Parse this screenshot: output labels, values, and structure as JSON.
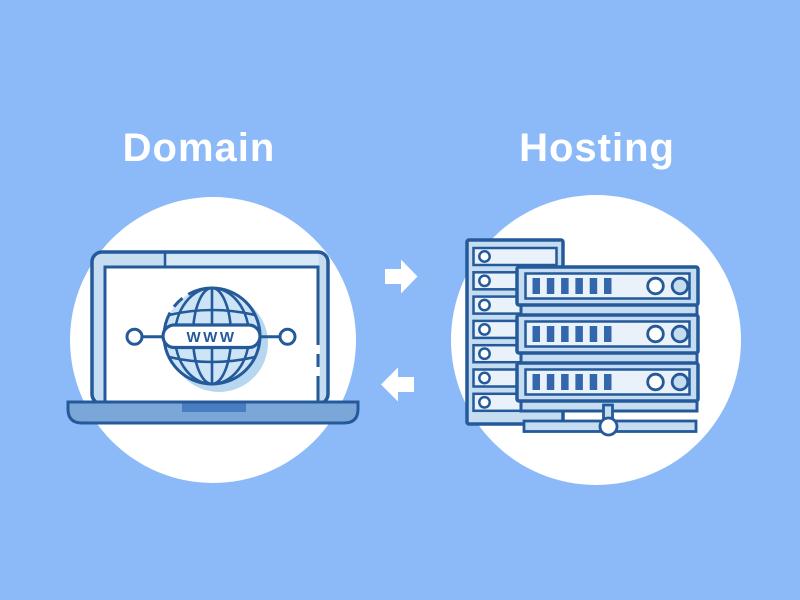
{
  "labels": {
    "left_title": "Domain",
    "right_title": "Hosting",
    "globe_text": "WWW"
  },
  "icons": {
    "left": "laptop-with-www-globe-icon",
    "right": "server-rack-icon",
    "between": [
      "arrow-right-icon",
      "arrow-left-icon"
    ]
  },
  "structure": {
    "server_units": 3,
    "tower_slots": 7,
    "indicator_bars_per_server": 6
  },
  "colors": {
    "bg": "#8CBAF8",
    "circle": "#FFFFFF",
    "line": "#24599A",
    "lightfill": "#C6DCF1",
    "paler": "#E9F1FA",
    "lid_strip": "#D7E8F7",
    "globe_fill": "#CDE3F6",
    "globe_shadow": "#B7D6EF",
    "laptop_base": "#7BA6D8",
    "laptop_notch": "#4A7CC1",
    "indicator_bar": "#3466AC",
    "title_text": "#FFFFFF",
    "arrow": "#FFFFFF"
  }
}
